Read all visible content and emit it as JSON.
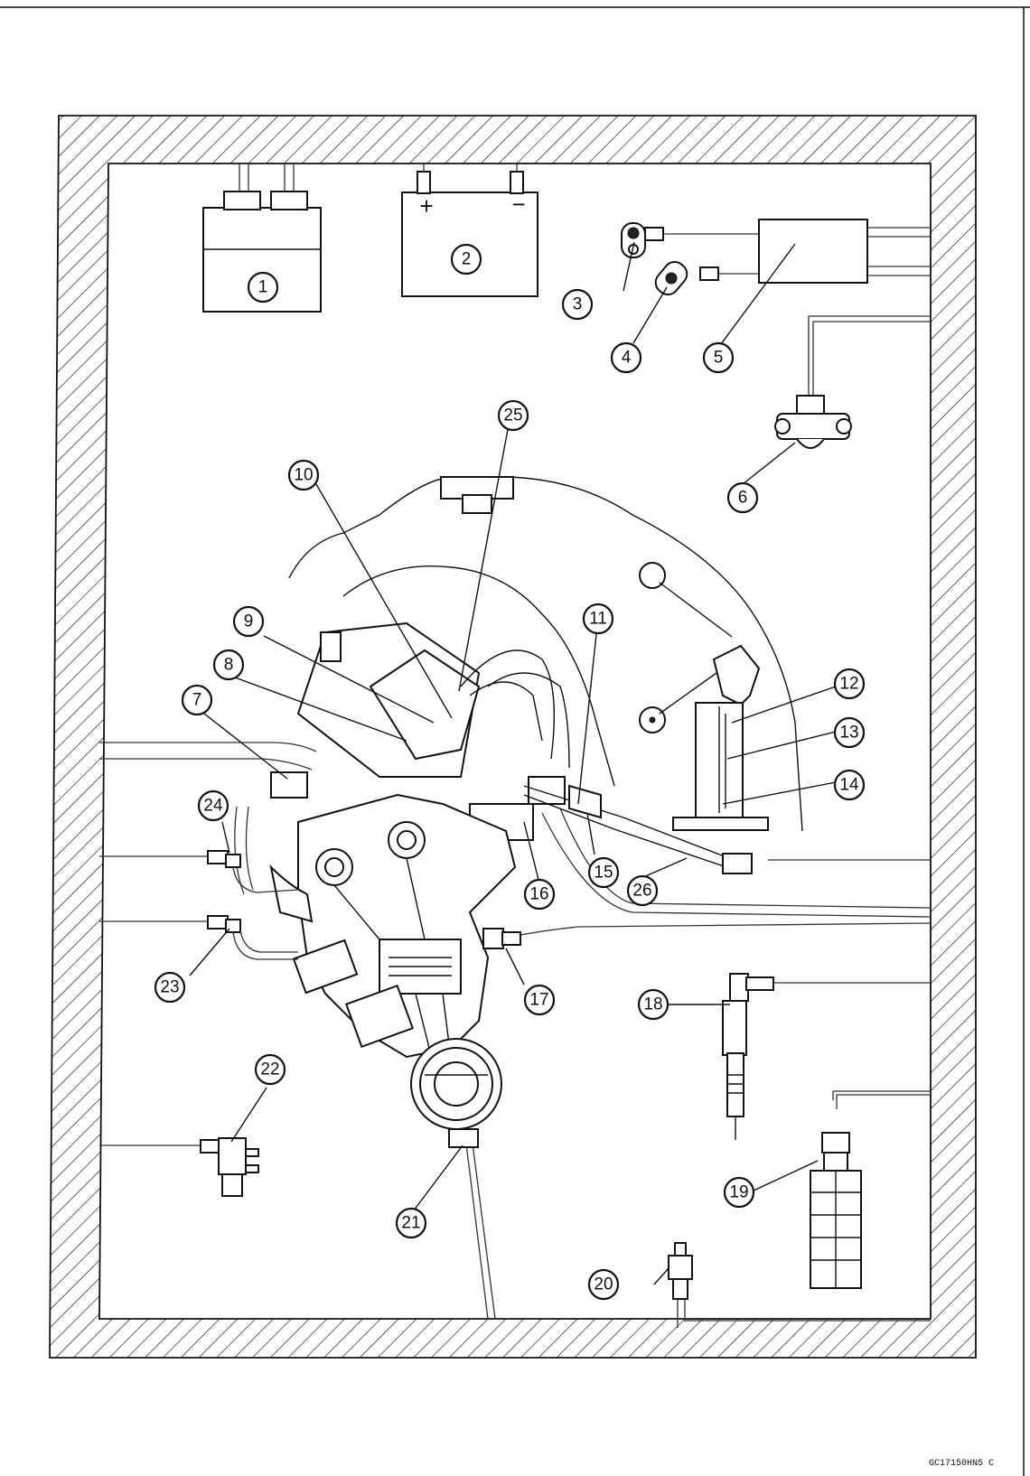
{
  "diagram": {
    "callouts": [
      {
        "id": "c1",
        "label": "1"
      },
      {
        "id": "c2",
        "label": "2"
      },
      {
        "id": "c3",
        "label": "3"
      },
      {
        "id": "c4",
        "label": "4"
      },
      {
        "id": "c5",
        "label": "5"
      },
      {
        "id": "c6",
        "label": "6"
      },
      {
        "id": "c7",
        "label": "7"
      },
      {
        "id": "c8",
        "label": "8"
      },
      {
        "id": "c9",
        "label": "9"
      },
      {
        "id": "c10",
        "label": "10"
      },
      {
        "id": "c11",
        "label": "11"
      },
      {
        "id": "c12",
        "label": "12"
      },
      {
        "id": "c13",
        "label": "13"
      },
      {
        "id": "c14",
        "label": "14"
      },
      {
        "id": "c15",
        "label": "15"
      },
      {
        "id": "c16",
        "label": "16"
      },
      {
        "id": "c17",
        "label": "17"
      },
      {
        "id": "c18",
        "label": "18"
      },
      {
        "id": "c19",
        "label": "19"
      },
      {
        "id": "c20",
        "label": "20"
      },
      {
        "id": "c21",
        "label": "21"
      },
      {
        "id": "c22",
        "label": "22"
      },
      {
        "id": "c23",
        "label": "23"
      },
      {
        "id": "c24",
        "label": "24"
      },
      {
        "id": "c25",
        "label": "25"
      },
      {
        "id": "c26",
        "label": "26"
      }
    ],
    "battery": {
      "positive": "+",
      "negative": "−"
    },
    "reference_code": "GC17150HN5 C"
  },
  "colors": {
    "ink": "#111111",
    "background": "#ffffff"
  }
}
